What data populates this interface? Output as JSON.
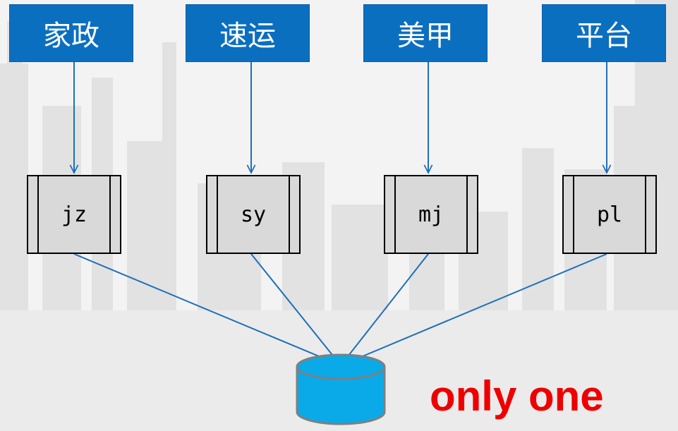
{
  "colors": {
    "top_box_fill": "#0b6fc0",
    "top_box_text": "#ffffff",
    "process_fill": "#d9d9d9",
    "arrow": "#1f6fb8",
    "database_fill": "#0aaae8",
    "database_stroke": "#7f7f7f",
    "note_text": "#ee0000"
  },
  "top_nodes": [
    {
      "label": "家政"
    },
    {
      "label": "速运"
    },
    {
      "label": "美甲"
    },
    {
      "label": "平台"
    }
  ],
  "process_nodes": [
    {
      "label": "jz"
    },
    {
      "label": "sy"
    },
    {
      "label": "mj"
    },
    {
      "label": "pl"
    }
  ],
  "database": {
    "icon": "database-cylinder-icon"
  },
  "note": {
    "text": "only one"
  }
}
